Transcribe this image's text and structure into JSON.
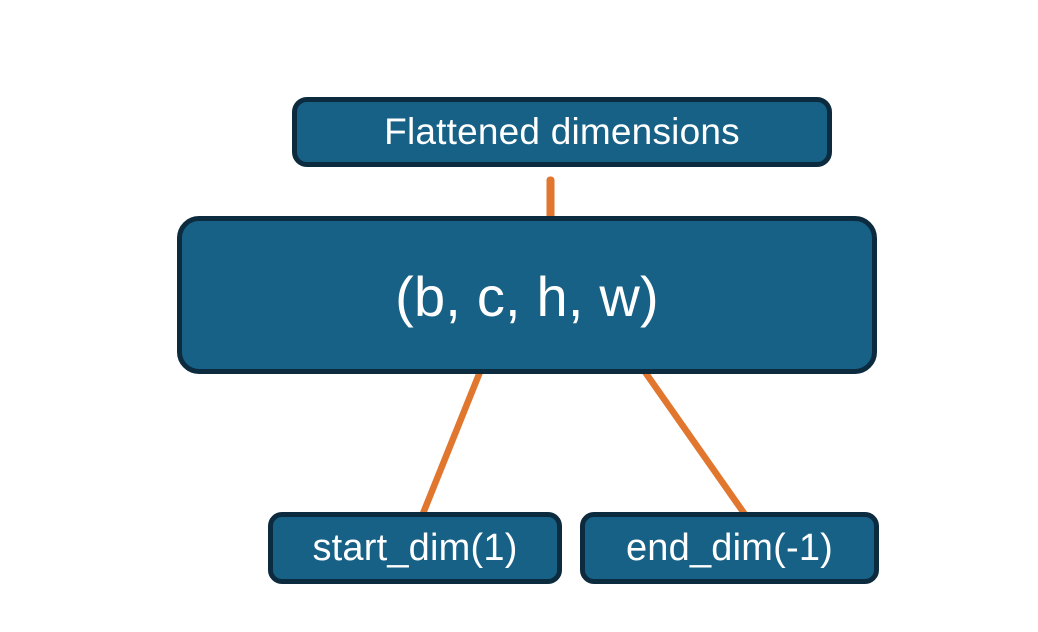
{
  "diagram": {
    "title_box": {
      "label": "Flattened dimensions",
      "name": "flattened-dimensions-box"
    },
    "shape_box": {
      "label": "(b, c, h, w)",
      "name": "tensor-shape-box"
    },
    "start_dim_box": {
      "label": "start_dim(1)",
      "name": "start-dim-box"
    },
    "end_dim_box": {
      "label": "end_dim(-1)",
      "name": "end-dim-box"
    },
    "connectors": {
      "brace": {
        "name": "curly-brace-connector",
        "spans": "c, h, w",
        "points_to": "Flattened dimensions"
      },
      "start_dim_arrow": {
        "name": "start-dim-arrow",
        "from": "start_dim(1)",
        "to": "c"
      },
      "end_dim_arrow": {
        "name": "end-dim-arrow",
        "from": "end_dim(-1)",
        "to": "w"
      }
    }
  },
  "colors": {
    "box_fill": "#176186",
    "box_border": "#0d2b3e",
    "accent_orange": "#e1762f",
    "text": "#ffffff",
    "background": "#ffffff"
  }
}
